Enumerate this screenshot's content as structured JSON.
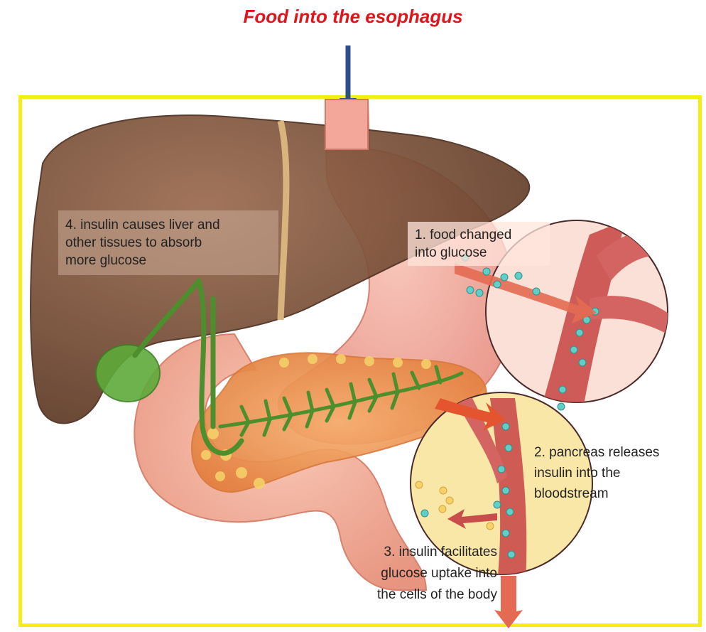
{
  "title": "Food into the esophagus",
  "labels": {
    "step1": "1. food changed\ninto glucose",
    "step2": "2. pancreas releases\ninsulin into the\nbloodstream",
    "step3": "3. insulin facilitates\nglucose uptake into\nthe cells of the body",
    "step4": "4. insulin causes liver and\nother tissues to absorb\nmore glucose"
  },
  "colors": {
    "title": "#e0141b",
    "frame": "#f5ee15",
    "arrow": "#2c4f8c",
    "liver": "#7a4f36",
    "stomach": "#f3a79a",
    "pancreas": "#f29a5e",
    "gallbladder": "#5faa3a",
    "vessel": "#c94d4a",
    "glucose": "#5fd0c8"
  }
}
